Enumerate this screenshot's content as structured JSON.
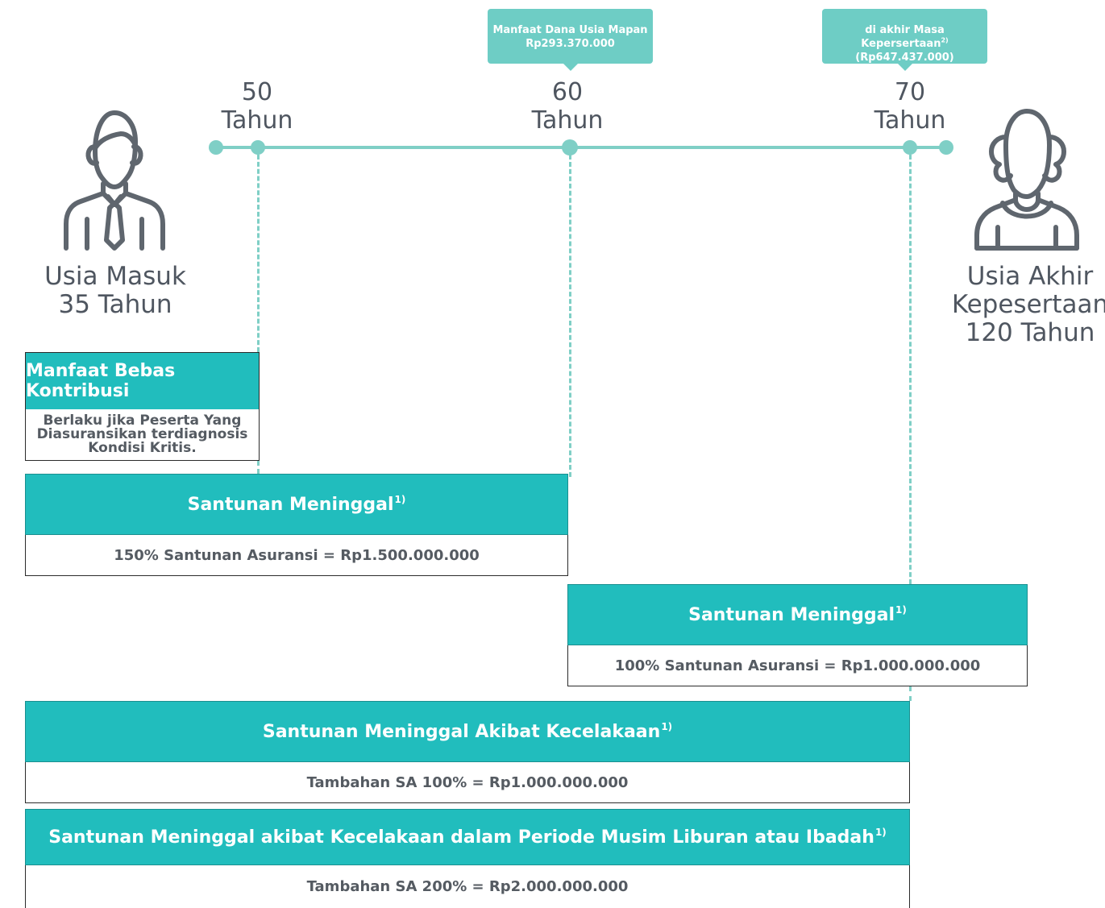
{
  "timeline": {
    "ages": [
      {
        "number": "50",
        "unit": "Tahun"
      },
      {
        "number": "60",
        "unit": "Tahun"
      },
      {
        "number": "70",
        "unit": "Tahun"
      }
    ],
    "callouts": [
      {
        "line1": "Manfaat Dana Usia Mapan",
        "line2": "Rp293.370.000"
      },
      {
        "line1": "di akhir Masa Kepersertaan",
        "sup": "2)",
        "line2": "(Rp647.437.000)"
      }
    ]
  },
  "entry": {
    "line1": "Usia Masuk",
    "line2": "35 Tahun",
    "icon": "young-man-with-tie-icon"
  },
  "exit": {
    "line1": "Usia Akhir",
    "line2": "Kepesertaan",
    "line3": "120 Tahun",
    "icon": "elderly-man-icon"
  },
  "benefits": {
    "waiver": {
      "title": "Manfaat Bebas Kontribusi",
      "desc_line1": "Berlaku jika Peserta Yang",
      "desc_line2": "Diasuransikan terdiagnosis",
      "desc_line3": "Kondisi Kritis."
    },
    "death_1": {
      "title": "Santunan Meninggal",
      "sup": "1)",
      "value": "150% Santunan Asuransi = Rp1.500.000.000"
    },
    "death_2": {
      "title": "Santunan Meninggal",
      "sup": "1)",
      "value": "100% Santunan Asuransi = Rp1.000.000.000"
    },
    "accident": {
      "title": "Santunan Meninggal Akibat Kecelakaan",
      "sup": "1)",
      "value": "Tambahan SA 100% = Rp1.000.000.000"
    },
    "holiday": {
      "title": "Santunan Meninggal akibat Kecelakaan dalam Periode Musim Liburan atau Ibadah",
      "sup": "1)",
      "value": "Tambahan SA 200% = Rp2.000.000.000"
    }
  },
  "colors": {
    "teal": "#21bdbd",
    "light_teal": "#7fcfc6",
    "text": "#555b62",
    "icon": "#5f666e"
  }
}
